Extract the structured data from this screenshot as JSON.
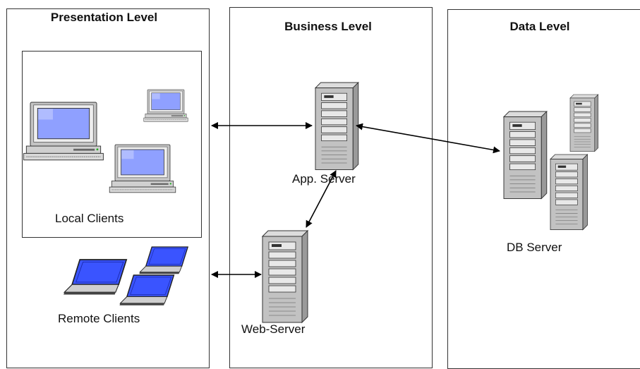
{
  "diagram": {
    "levels": {
      "presentation": "Presentation Level",
      "business": "Business Level",
      "data": "Data Level"
    },
    "nodes": {
      "local_clients": "Local Clients",
      "remote_clients": "Remote Clients",
      "app_server": "App. Server",
      "web_server": "Web-Server",
      "db_server": "DB Server"
    },
    "colors": {
      "border": "#333333",
      "screen": "#8fa0ff",
      "laptop_screen": "#3a54ff",
      "case": "#b9b9b9",
      "arrow": "#000000"
    },
    "icons": [
      "desktop-computer-icon",
      "laptop-icon",
      "server-tower-icon"
    ]
  }
}
